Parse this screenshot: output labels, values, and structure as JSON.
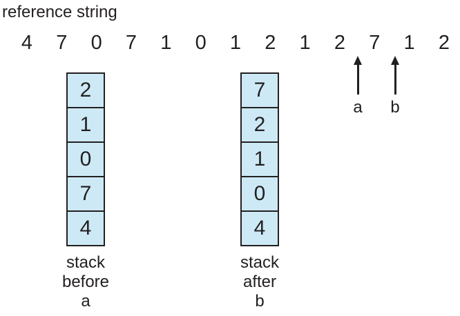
{
  "title": "reference string",
  "reference_string": {
    "values": [
      "4",
      "7",
      "0",
      "7",
      "1",
      "0",
      "1",
      "2",
      "1",
      "2",
      "7",
      "1",
      "2"
    ]
  },
  "stack_before": {
    "cells": [
      "2",
      "1",
      "0",
      "7",
      "4"
    ],
    "caption": [
      "stack",
      "before",
      "a"
    ]
  },
  "stack_after": {
    "cells": [
      "7",
      "2",
      "1",
      "0",
      "4"
    ],
    "caption": [
      "stack",
      "after",
      "b"
    ]
  },
  "pointers": [
    {
      "label": "a"
    },
    {
      "label": "b"
    }
  ],
  "colors": {
    "cell_fill": "#cde9f6",
    "ink": "#231f20",
    "background": "#ffffff"
  }
}
